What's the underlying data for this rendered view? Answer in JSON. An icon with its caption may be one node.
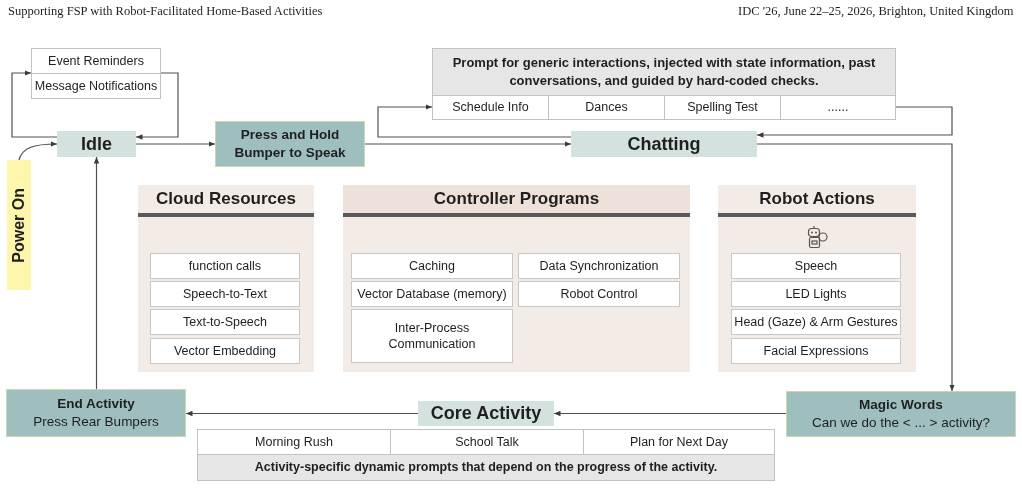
{
  "diagram": {
    "nodes": [
      {
        "text": [],
        "shape": "box"
      },
      {
        "text": [
          "Event Reminders"
        ],
        "in": 0
      },
      {
        "text": [
          "Message Notifications"
        ],
        "in": 0
      },
      {
        "text": [
          "Prompt for generic interactions, injected with state information, past conversations, and guided by hard-coded checks."
        ]
      },
      {
        "text": [
          "Schedule Info"
        ],
        "in": 3
      },
      {
        "text": [
          "Dances"
        ],
        "in": 3
      },
      {
        "text": [
          "Spelling Test"
        ],
        "in": 3
      },
      {
        "text": [
          "......"
        ],
        "in": 3
      },
      {
        "text": [
          "Idle"
        ]
      },
      {
        "text": [
          "Press and Hold Bumper to Speak"
        ]
      },
      {
        "text": [
          "Chatting"
        ]
      },
      {
        "text": [
          "Power On"
        ]
      },
      {
        "text": [
          "Cloud Resources"
        ]
      },
      {
        "text": [
          "function calls"
        ],
        "in": 12
      },
      {
        "text": [
          "Speech-to-Text"
        ],
        "in": 12
      },
      {
        "text": [
          "Text-to-Speech"
        ],
        "in": 12
      },
      {
        "text": [
          "Vector Embedding"
        ],
        "in": 12
      },
      {
        "text": [
          "Controller Programs"
        ]
      },
      {
        "text": [
          "Caching"
        ],
        "in": 17
      },
      {
        "text": [
          "Vector Database (memory)"
        ],
        "in": 17
      },
      {
        "text": [
          "Inter-Process Communication"
        ],
        "in": 17
      },
      {
        "text": [
          "Data Synchronization"
        ],
        "in": 17
      },
      {
        "text": [
          "Robot Control"
        ],
        "in": 17
      },
      {
        "text": [
          "Robot Actions"
        ]
      },
      {
        "text": [
          "Speech"
        ],
        "in": 23
      },
      {
        "text": [
          "LED Lights"
        ],
        "in": 23
      },
      {
        "text": [
          "Head (Gaze) & Arm Gestures"
        ],
        "in": 23
      },
      {
        "text": [
          "Facial Expressions"
        ],
        "in": 23
      },
      {
        "text": [
          "End Activity",
          "Press Rear Bumpers"
        ]
      },
      {
        "text": [
          "Core Activity"
        ]
      },
      {
        "text": [
          "Magic Words",
          "Can we do the < ... > activity?"
        ]
      },
      {
        "text": [
          "Activity-specific dynamic prompts that depend on the progress of the activity."
        ]
      },
      {
        "text": [
          "Morning Rush"
        ],
        "in": 31
      },
      {
        "text": [
          "School Talk"
        ],
        "in": 31
      },
      {
        "text": [
          "Plan for Next Day"
        ],
        "in": 31
      }
    ],
    "edges": [
      {
        "from": 8,
        "to": 0,
        "arrow": "to"
      },
      {
        "from": 0,
        "to": 8,
        "arrow": "to"
      },
      {
        "from": 11,
        "to": 8,
        "arrow": "to"
      },
      {
        "from": 8,
        "to": 9,
        "arrow": "to"
      },
      {
        "from": 9,
        "to": 10,
        "arrow": "to"
      },
      {
        "from": 10,
        "to": 3,
        "arrow": "to"
      },
      {
        "from": 3,
        "to": 10,
        "arrow": "to"
      },
      {
        "from": 10,
        "to": 30,
        "arrow": "to"
      },
      {
        "from": 30,
        "to": 29,
        "arrow": "to"
      },
      {
        "from": 29,
        "to": 28,
        "arrow": "to"
      },
      {
        "from": 28,
        "to": 8,
        "arrow": "to"
      }
    ],
    "labels": [
      "Supporting FSP with Robot-Facilitated Home-Based Activities",
      "IDC '26, June 22–25, 2026, Brighton, United Kingdom"
    ]
  }
}
